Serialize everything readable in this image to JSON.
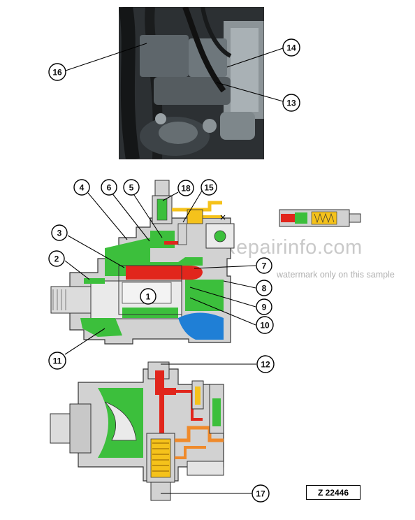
{
  "callouts": {
    "c1": "1",
    "c2": "2",
    "c3": "3",
    "c4": "4",
    "c5": "5",
    "c6": "6",
    "c7": "7",
    "c8": "8",
    "c9": "9",
    "c10": "10",
    "c11": "11",
    "c12": "12",
    "c13": "13",
    "c14": "14",
    "c15": "15",
    "c16": "16",
    "c17": "17",
    "c18": "18"
  },
  "watermark": {
    "site": "eRepairinfo.com",
    "note": "watermark only on this sample"
  },
  "reference_code": "Z 22446",
  "colors": {
    "housing_gray": "#d2d2d2",
    "oil_green": "#3cbf3c",
    "high_pressure_red": "#e1261c",
    "control_yellow": "#f5c21b",
    "case_drain_blue": "#1f7fd6",
    "control_orange": "#ef8a2b"
  }
}
